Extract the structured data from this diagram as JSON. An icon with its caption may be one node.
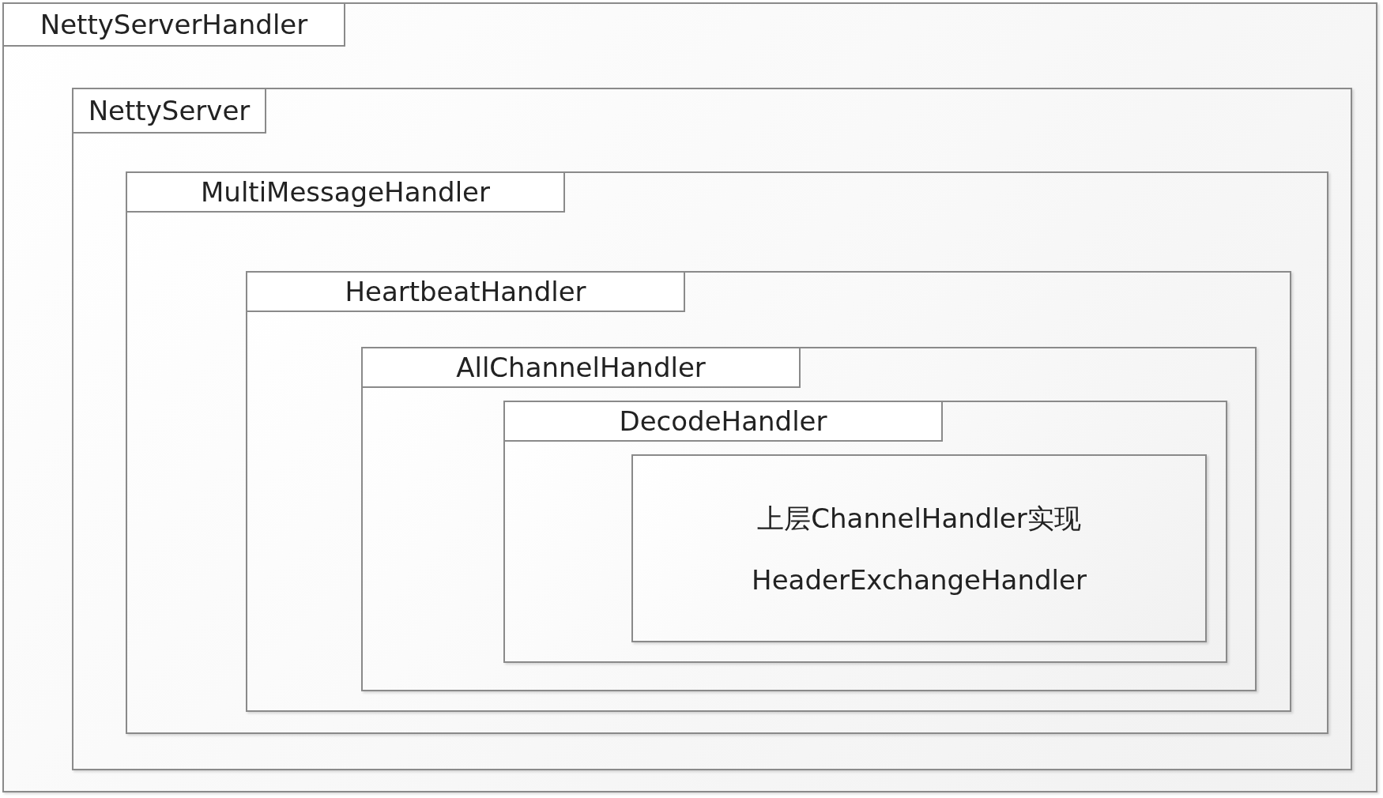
{
  "diagram": {
    "nodes": [
      {
        "text": [
          "NettyServerHandler"
        ]
      },
      {
        "text": [
          "NettyServer"
        ],
        "in": 0
      },
      {
        "text": [
          "MultiMessageHandler"
        ],
        "in": 1
      },
      {
        "text": [
          "HeartbeatHandler"
        ],
        "in": 2
      },
      {
        "text": [
          "AllChannelHandler"
        ],
        "in": 3
      },
      {
        "text": [
          "DecodeHandler"
        ],
        "in": 4
      },
      {
        "text": [
          "上层ChannelHandler实现",
          "HeaderExchangeHandler"
        ],
        "in": 5
      }
    ]
  }
}
